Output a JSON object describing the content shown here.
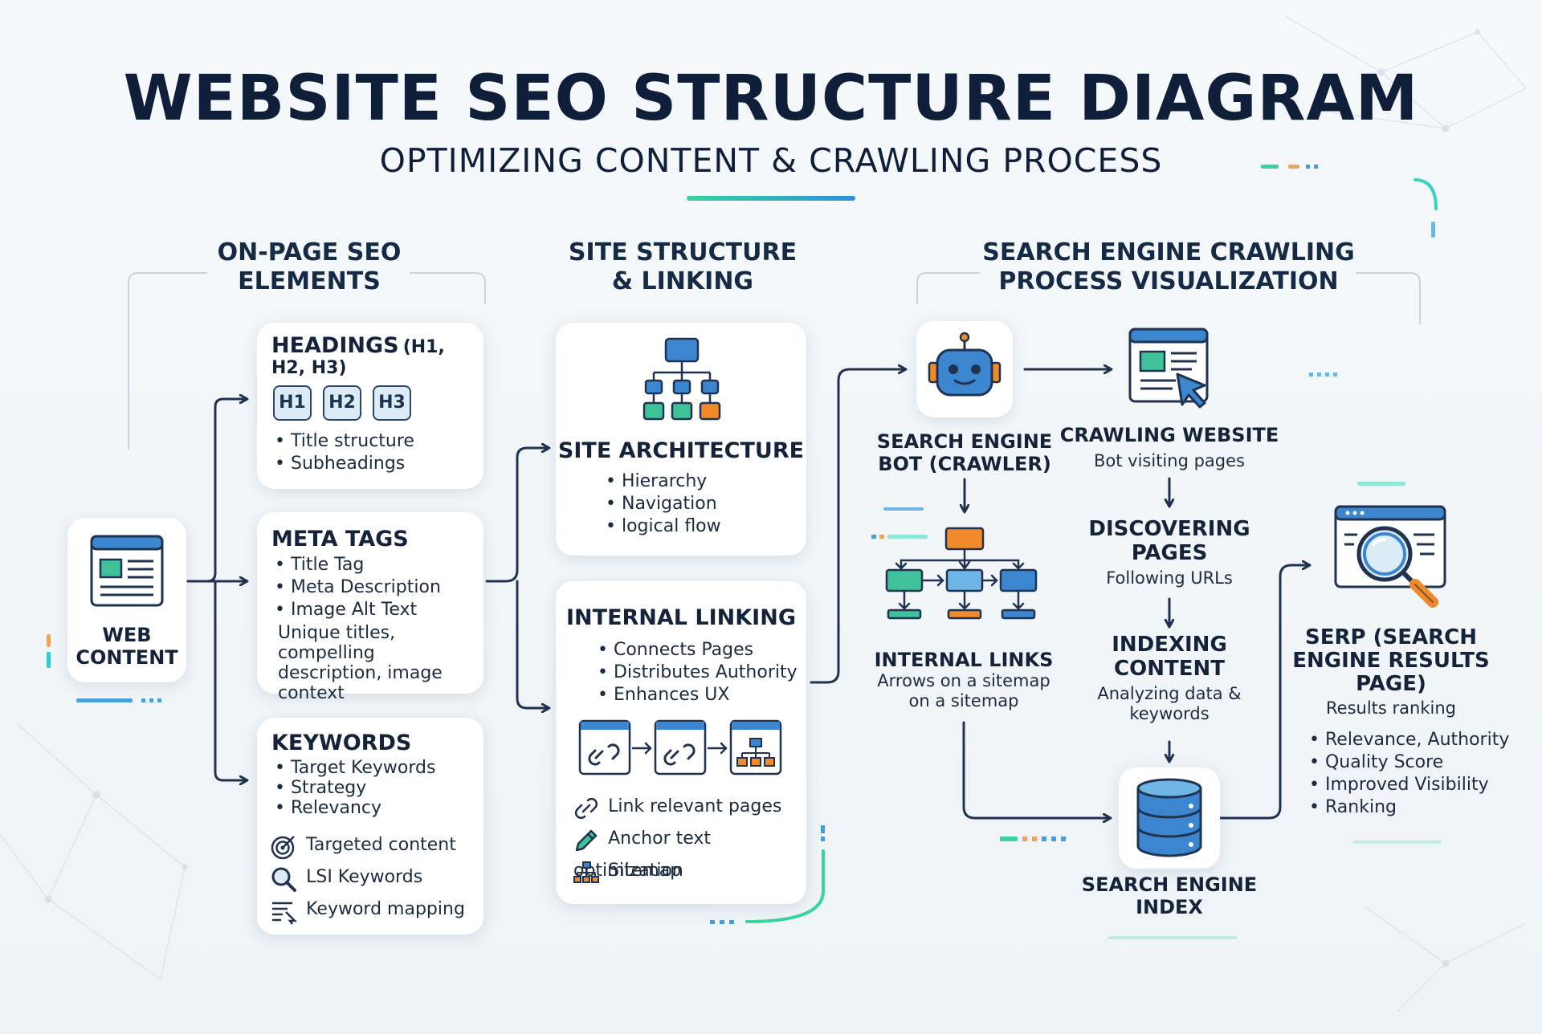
{
  "header": {
    "title": "WEBSITE SEO STRUCTURE DIAGRAM",
    "subtitle": "OPTIMIZING CONTENT & CRAWLING PROCESS"
  },
  "sections": {
    "on_page": "ON-PAGE SEO ELEMENTS",
    "site_structure": "SITE STRUCTURE & LINKING",
    "crawling": "SEARCH ENGINE CRAWLING PROCESS VISUALIZATION"
  },
  "web_content": {
    "label": "WEB CONTENT"
  },
  "headings_card": {
    "title": "HEADINGS",
    "title_suffix": "(H1, H2, H3)",
    "tags": [
      "H1",
      "H2",
      "H3"
    ],
    "bullets": [
      "Title structure",
      "Subheadings"
    ]
  },
  "meta_card": {
    "title": "META TAGS",
    "bullets": [
      "Title Tag",
      "Meta Description",
      "Image Alt Text"
    ],
    "note": "Unique titles, compelling description, image context"
  },
  "keywords_card": {
    "title": "KEYWORDS",
    "bullets": [
      "Target Keywords",
      "Strategy",
      "Relevancy"
    ],
    "features": [
      "Targeted content",
      "LSI Keywords",
      "Keyword mapping"
    ]
  },
  "architecture_card": {
    "title": "SITE ARCHITECTURE",
    "bullets": [
      "Hierarchy",
      "Navigation",
      "logical flow"
    ]
  },
  "linking_card": {
    "title": "INTERNAL LINKING",
    "bullets": [
      "Connects Pages",
      "Distributes Authority",
      "Enhances UX"
    ],
    "features": [
      "Link relevant pages",
      "Anchor text optimization",
      "Sitemap"
    ]
  },
  "crawl": {
    "bot": "SEARCH ENGINE BOT (CRAWLER)",
    "crawling": {
      "title": "CRAWLING WEBSITE",
      "sub": "Bot visiting pages"
    },
    "discovering": {
      "title": "DISCOVERING PAGES",
      "sub": "Following URLs"
    },
    "indexing": {
      "title": "INDEXING CONTENT",
      "sub": "Analyzing data & keywords"
    },
    "internal_links": {
      "title": "INTERNAL LINKS",
      "sub": "Arrows on a sitemap on a sitemap"
    },
    "index": "SEARCH ENGINE INDEX",
    "serp": {
      "title": "SERP (SEARCH ENGINE RESULTS PAGE)",
      "sub": "Results ranking",
      "bullets": [
        "Relevance, Authority",
        "Quality Score",
        "Improved Visibility",
        "Ranking"
      ]
    }
  },
  "icons": {
    "web_content": "webpage-icon",
    "architecture": "hierarchy-icon",
    "bot": "robot-icon",
    "crawling": "browser-cursor-icon",
    "index": "database-icon",
    "serp": "magnifier-browser-icon",
    "targeted": "target-icon",
    "lsi": "magnifier-icon",
    "mapping": "list-mapping-icon",
    "link": "chain-link-icon",
    "anchor": "pencil-icon",
    "sitemap": "sitemap-icon"
  },
  "colors": {
    "navy": "#14233a",
    "blue": "#3b86cf",
    "green": "#2fbf8a",
    "orange": "#f08a2a",
    "accent_line": "#38d39f"
  }
}
